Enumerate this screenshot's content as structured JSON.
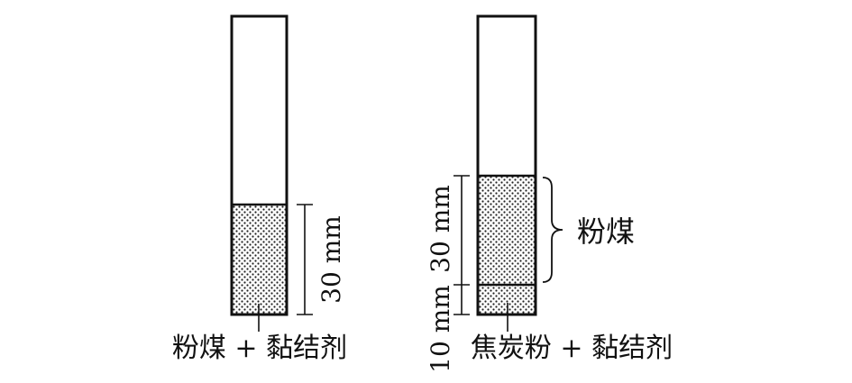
{
  "tube_left": {
    "fill_label": "粉煤 + 黏结剂",
    "height_label": "30 mm"
  },
  "tube_right": {
    "fill_label": "焦炭粉 + 黏结剂",
    "upper_layer_label": "粉煤",
    "upper_height_label": "30 mm",
    "lower_height_label": "10 mm"
  },
  "colors": {
    "stroke": "#111111",
    "background": "#ffffff"
  }
}
